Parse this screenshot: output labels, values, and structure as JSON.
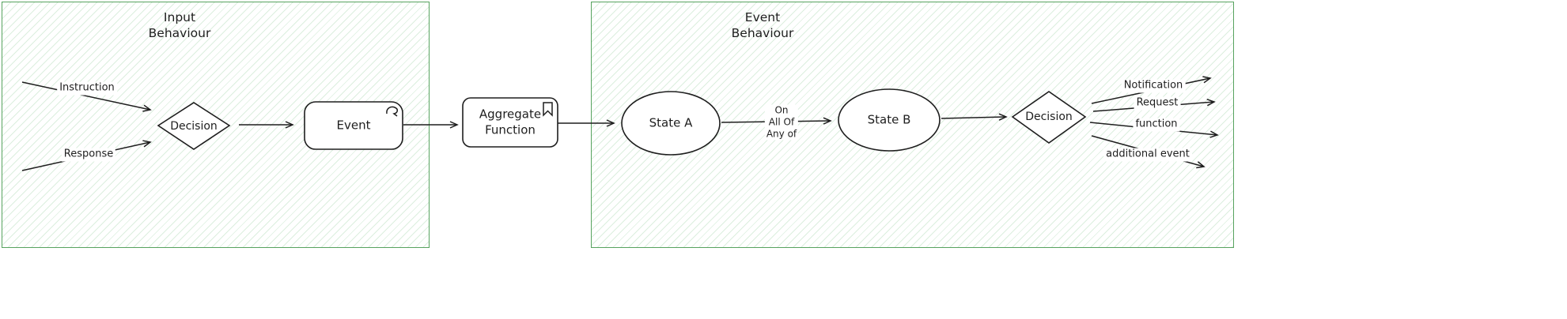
{
  "panels": {
    "input": {
      "title": "Input\nBehaviour"
    },
    "event": {
      "title": "Event\nBehaviour"
    }
  },
  "nodes": {
    "input_decision": "Decision",
    "event": "Event",
    "aggregate": "Aggregate\nFunction",
    "state_a": "State A",
    "state_b": "State B",
    "event_decision": "Decision"
  },
  "edges": {
    "instruction": "Instruction",
    "response": "Response",
    "condition": "On\nAll Of\nAny of",
    "notification": "Notification",
    "request": "Request",
    "function": "function",
    "additional_event": "additional event"
  },
  "icons": {
    "event_marker": "curl-icon",
    "aggregate_marker": "bookmark-icon"
  },
  "colors": {
    "stroke": "#1e1e1e",
    "panel_border": "#57a35f",
    "hatch": "rgba(96,180,107,0.22)"
  }
}
